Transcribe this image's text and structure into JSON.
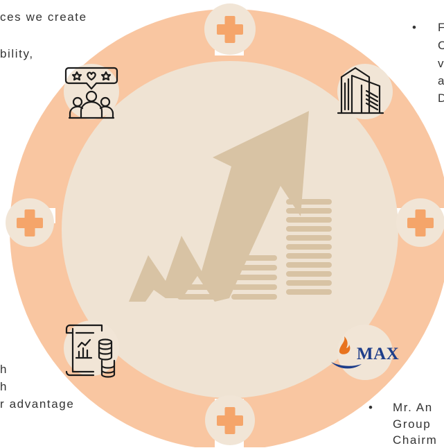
{
  "text_fragments": {
    "top_left_1": "ces we create",
    "top_left_2": "bility,",
    "top_right_bullet": "•",
    "top_right_1": "F",
    "top_right_2": "C",
    "top_right_3": "v",
    "top_right_4": "a",
    "top_right_5": "D",
    "bottom_left_1": "h",
    "bottom_left_2": "h",
    "bottom_left_3": "r advantage",
    "bottom_right_bullet": "•",
    "bottom_right_1": "Mr. An",
    "bottom_right_2": "Group",
    "bottom_right_3": "Chairm"
  },
  "logo": {
    "text": "MAX"
  },
  "colors": {
    "ring": "#f9c6a1",
    "inner": "#efe3d3",
    "node": "#f1e5d6",
    "plus": "#f5a56a",
    "chart": "#d8c3a4",
    "outline": "#1a1a1a",
    "max_blue": "#1f3e8a",
    "max_flame": "#e8731e"
  },
  "icons": [
    "reviews-people-icon",
    "office-building-icon",
    "financial-report-coins-icon",
    "max-logo"
  ]
}
